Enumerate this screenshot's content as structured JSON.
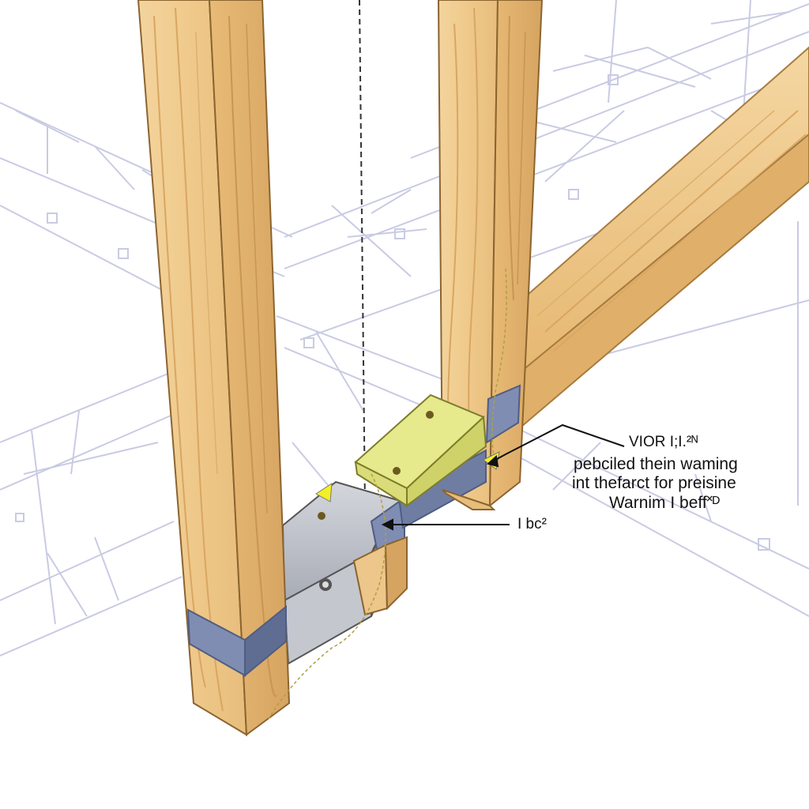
{
  "colors": {
    "background": "#ffffff",
    "wood_light": "#f1cf95",
    "wood_mid": "#e8bd7a",
    "wood_dark": "#c99552",
    "grain": "#d9a662",
    "steel_band": "#7f8db2",
    "steel_band_dark": "#5f6d93",
    "bracket_gray": "#b9bcc4",
    "bracket_yellow": "#e6e98c",
    "wireframe": "#c9cbe3",
    "arrow_yellow": "#f2f025",
    "leader": "#111111"
  },
  "callouts": {
    "line1": "VIOR I;I.²ᴺ",
    "line2": "pebciled thein waming",
    "line3": "int thefarct for preisine",
    "line4": "Warnim I beff˟ᴰ",
    "side": "I bc²"
  }
}
